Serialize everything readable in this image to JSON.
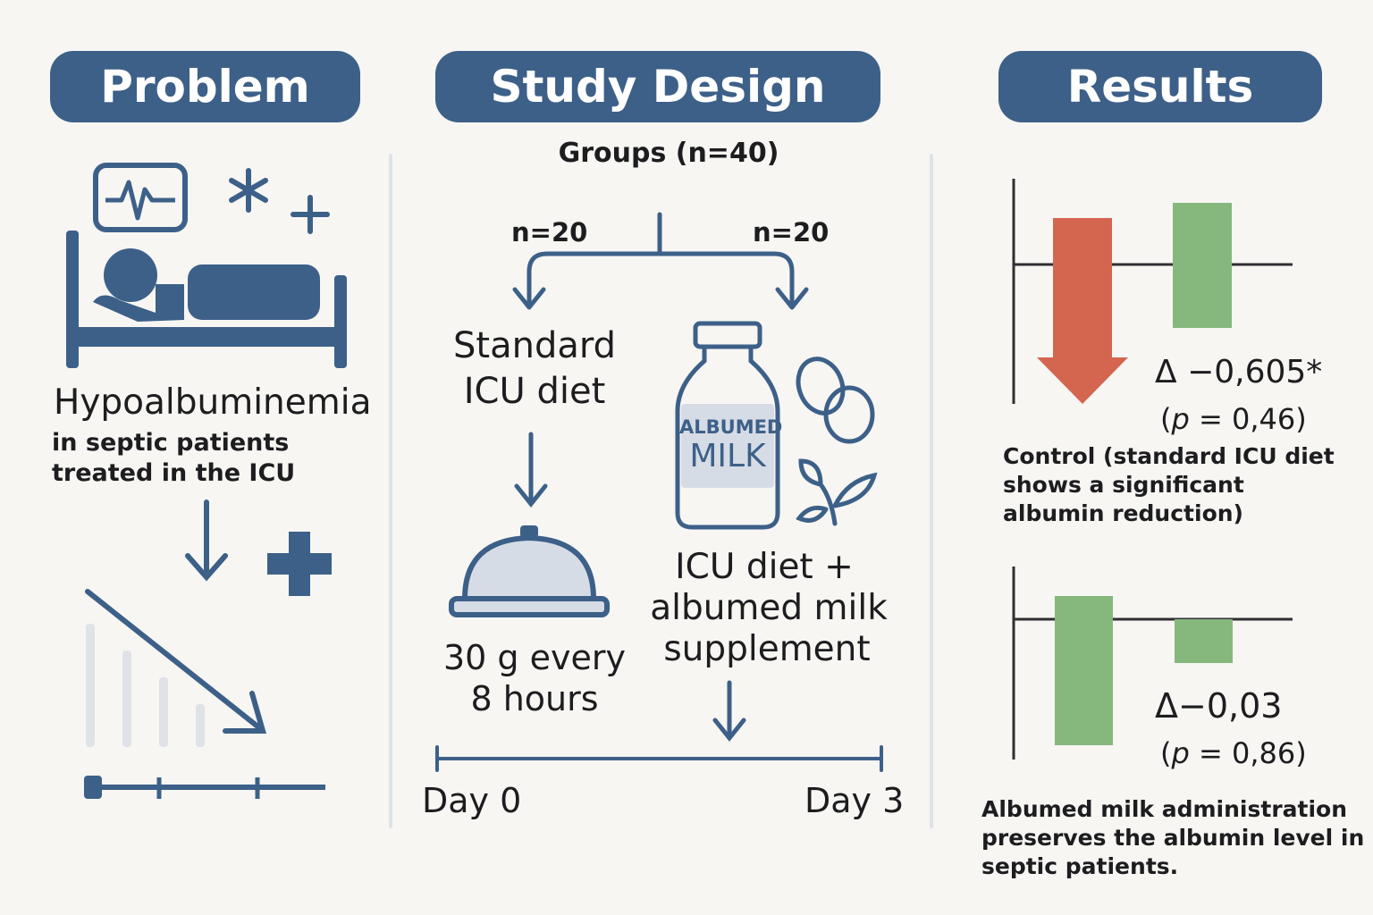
{
  "colors": {
    "accent": "#3d6088",
    "icon": "#3d6088",
    "background": "#f7f6f3",
    "negative_bar": "#d4664f",
    "positive_bar": "#86b87e",
    "faded_bar": "#dfe2e6"
  },
  "problem": {
    "header": "Problem",
    "title": "Hypoalbuminemia",
    "description_line1": "in septic patients",
    "description_line2": "treated in the ICU",
    "icons": [
      "patient-bed-icon",
      "heart-monitor-icon",
      "asterisk-icon",
      "plus-icon",
      "medical-cross-icon",
      "declining-trend-icon",
      "timeline-icon"
    ]
  },
  "study_design": {
    "header": "Study Design",
    "groups_label": "Groups (n=40)",
    "left_group": {
      "n_label": "n=20",
      "title_line1": "Standard",
      "title_line2": "ICU diet",
      "dose_line1": "30 g every",
      "dose_line2": "8 hours",
      "icon": "food-cloche-icon"
    },
    "right_group": {
      "n_label": "n=20",
      "bottle_label_top": "ALBUMED",
      "bottle_label_main": "MILK",
      "title_line1": "ICU diet +",
      "title_line2": "albumed milk",
      "title_line3": "supplement",
      "icons": [
        "milk-bottle-icon",
        "eggs-icon",
        "sprout-icon"
      ]
    },
    "timeline": {
      "start": "Day 0",
      "end": "Day 3"
    }
  },
  "results": {
    "header": "Results",
    "control": {
      "delta": "Δ −0,605*",
      "p_prefix": "(",
      "p_var": "p",
      "p_suffix": " = 0,46)",
      "caption_line1": "Control (standard ICU diet",
      "caption_line2": "shows a significant",
      "caption_line3": "albumin reduction)"
    },
    "intervention": {
      "delta": "Δ−0,03",
      "p_prefix": "(",
      "p_var": "p",
      "p_suffix": " = 0,86)",
      "caption_line1": "Albumed milk administration",
      "caption_line2": "preserves the albumin level in",
      "caption_line3": "septic patients."
    }
  }
}
